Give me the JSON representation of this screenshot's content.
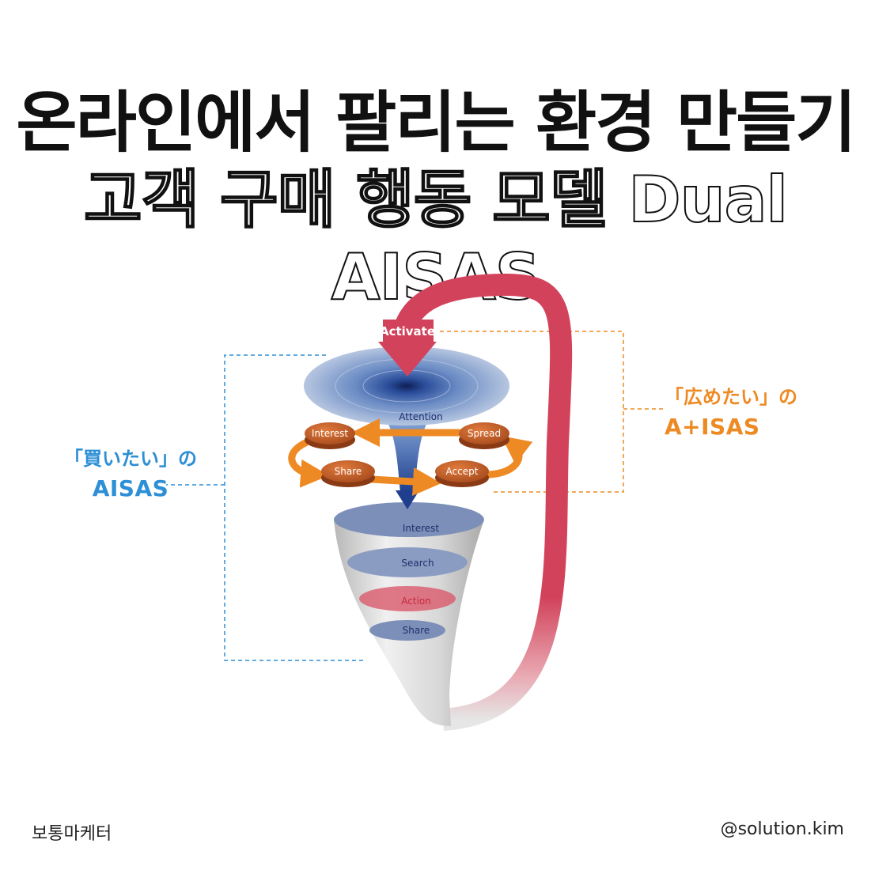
{
  "title": {
    "line1": "온라인에서 팔리는 환경 만들기",
    "line2": "고객 구매 행동 모델 Dual AISAS"
  },
  "left_label": {
    "jp": "「買いたい」の",
    "en": "AISAS",
    "color": "#2d8fd6"
  },
  "right_label": {
    "jp": "「広めたい」の",
    "en": "A+ISAS",
    "color": "#ee8a24"
  },
  "diagram": {
    "activate": "Activate",
    "attention": "Attention",
    "cycle": {
      "interest": "Interest",
      "spread": "Spread",
      "share": "Share",
      "accept": "Accept"
    },
    "funnel": {
      "interest": "Interest",
      "search": "Search",
      "action": "Action",
      "share": "Share"
    },
    "colors": {
      "loop_arrow": "#d2435b",
      "cycle_arrow": "#ee8a24",
      "disk": "#c2602b",
      "funnel_band": "#7c8fb8",
      "action_band": "#d95a6c"
    }
  },
  "footer": {
    "left": "보통마케터",
    "right": "@solution.kim"
  }
}
